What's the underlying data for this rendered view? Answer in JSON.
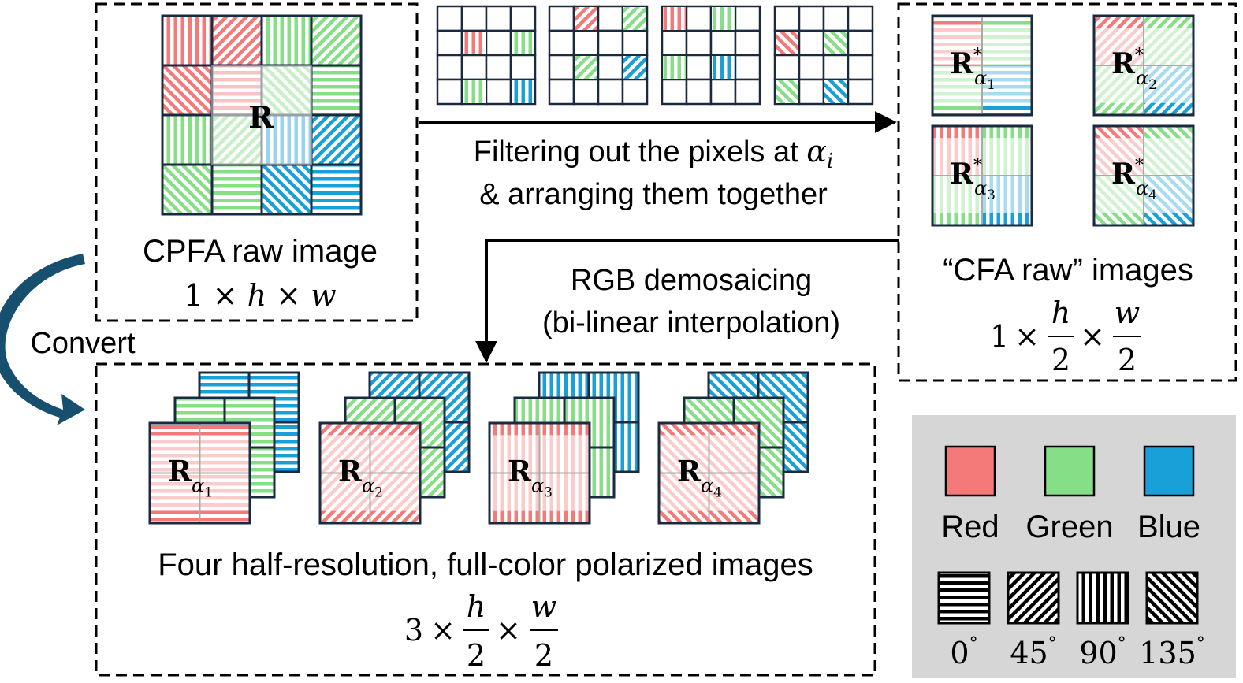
{
  "colors": {
    "red": "#f47a7a",
    "green": "#86de86",
    "blue": "#1aa0d8",
    "frame": "#1a2a40",
    "convert_arrow": "#17506f",
    "legend_bg": "#d6d6d6",
    "dash": "#000000"
  },
  "cpfa": {
    "title": "CPFA raw image",
    "dims_1": "1",
    "dims_h": "h",
    "dims_w": "w",
    "center_label": "R",
    "grid": [
      [
        [
          "red",
          90
        ],
        [
          "red",
          45
        ],
        [
          "green",
          90
        ],
        [
          "green",
          45
        ]
      ],
      [
        [
          "red",
          135
        ],
        [
          "red",
          0
        ],
        [
          "green",
          135
        ],
        [
          "green",
          0
        ]
      ],
      [
        [
          "green",
          90
        ],
        [
          "green",
          45
        ],
        [
          "blue",
          90
        ],
        [
          "blue",
          45
        ]
      ],
      [
        [
          "green",
          135
        ],
        [
          "green",
          0
        ],
        [
          "blue",
          135
        ],
        [
          "blue",
          0
        ]
      ]
    ]
  },
  "filter_label_line1": "Filtering out the pixels at",
  "filter_symbol": "α",
  "filter_symbol_sub": "i",
  "filter_label_line2": "& arranging them together",
  "filtered_grids": [
    {
      "cells": [
        [
          1,
          1,
          "red",
          90
        ],
        [
          1,
          3,
          "green",
          90
        ],
        [
          3,
          1,
          "green",
          90
        ],
        [
          3,
          3,
          "blue",
          90
        ]
      ]
    },
    {
      "cells": [
        [
          0,
          1,
          "red",
          45
        ],
        [
          0,
          3,
          "green",
          45
        ],
        [
          2,
          1,
          "green",
          45
        ],
        [
          2,
          3,
          "blue",
          45
        ]
      ]
    },
    {
      "cells": [
        [
          0,
          0,
          "red",
          90
        ],
        [
          0,
          2,
          "green",
          90
        ],
        [
          2,
          0,
          "green",
          90
        ],
        [
          2,
          2,
          "blue",
          90
        ]
      ]
    },
    {
      "cells": [
        [
          1,
          0,
          "red",
          135
        ],
        [
          1,
          2,
          "green",
          135
        ],
        [
          3,
          0,
          "green",
          135
        ],
        [
          3,
          2,
          "blue",
          135
        ]
      ]
    }
  ],
  "cfa": {
    "caption": "“CFA raw” images",
    "dims_1": "1",
    "dims_h": "h",
    "dims_w": "w",
    "dims_2": "2",
    "images": [
      {
        "label": "R",
        "sup": "*",
        "sub": "α",
        "sub_index": "1",
        "angle": 0
      },
      {
        "label": "R",
        "sup": "*",
        "sub": "α",
        "sub_index": "2",
        "angle": 45
      },
      {
        "label": "R",
        "sup": "*",
        "sub": "α",
        "sub_index": "3",
        "angle": 90
      },
      {
        "label": "R",
        "sup": "*",
        "sub": "α",
        "sub_index": "4",
        "angle": 135
      }
    ]
  },
  "demosaic_line1": "RGB demosaicing",
  "demosaic_line2": "(bi-linear interpolation)",
  "convert_label": "Convert",
  "full_color": {
    "caption": "Four half-resolution, full-color polarized images",
    "dims_3": "3",
    "dims_h": "h",
    "dims_w": "w",
    "dims_2": "2",
    "images": [
      {
        "label": "R",
        "sub": "α",
        "sub_index": "1",
        "angle": 0
      },
      {
        "label": "R",
        "sub": "α",
        "sub_index": "2",
        "angle": 45
      },
      {
        "label": "R",
        "sub": "α",
        "sub_index": "3",
        "angle": 90
      },
      {
        "label": "R",
        "sub": "α",
        "sub_index": "4",
        "angle": 135
      }
    ]
  },
  "legend": {
    "colors": [
      {
        "label": "Red",
        "color": "red"
      },
      {
        "label": "Green",
        "color": "green"
      },
      {
        "label": "Blue",
        "color": "blue"
      }
    ],
    "angles": [
      {
        "value": "0",
        "angle": 0
      },
      {
        "value": "45",
        "angle": 45
      },
      {
        "value": "90",
        "angle": 90
      },
      {
        "value": "135",
        "angle": 135
      }
    ],
    "degree_symbol": "°"
  }
}
